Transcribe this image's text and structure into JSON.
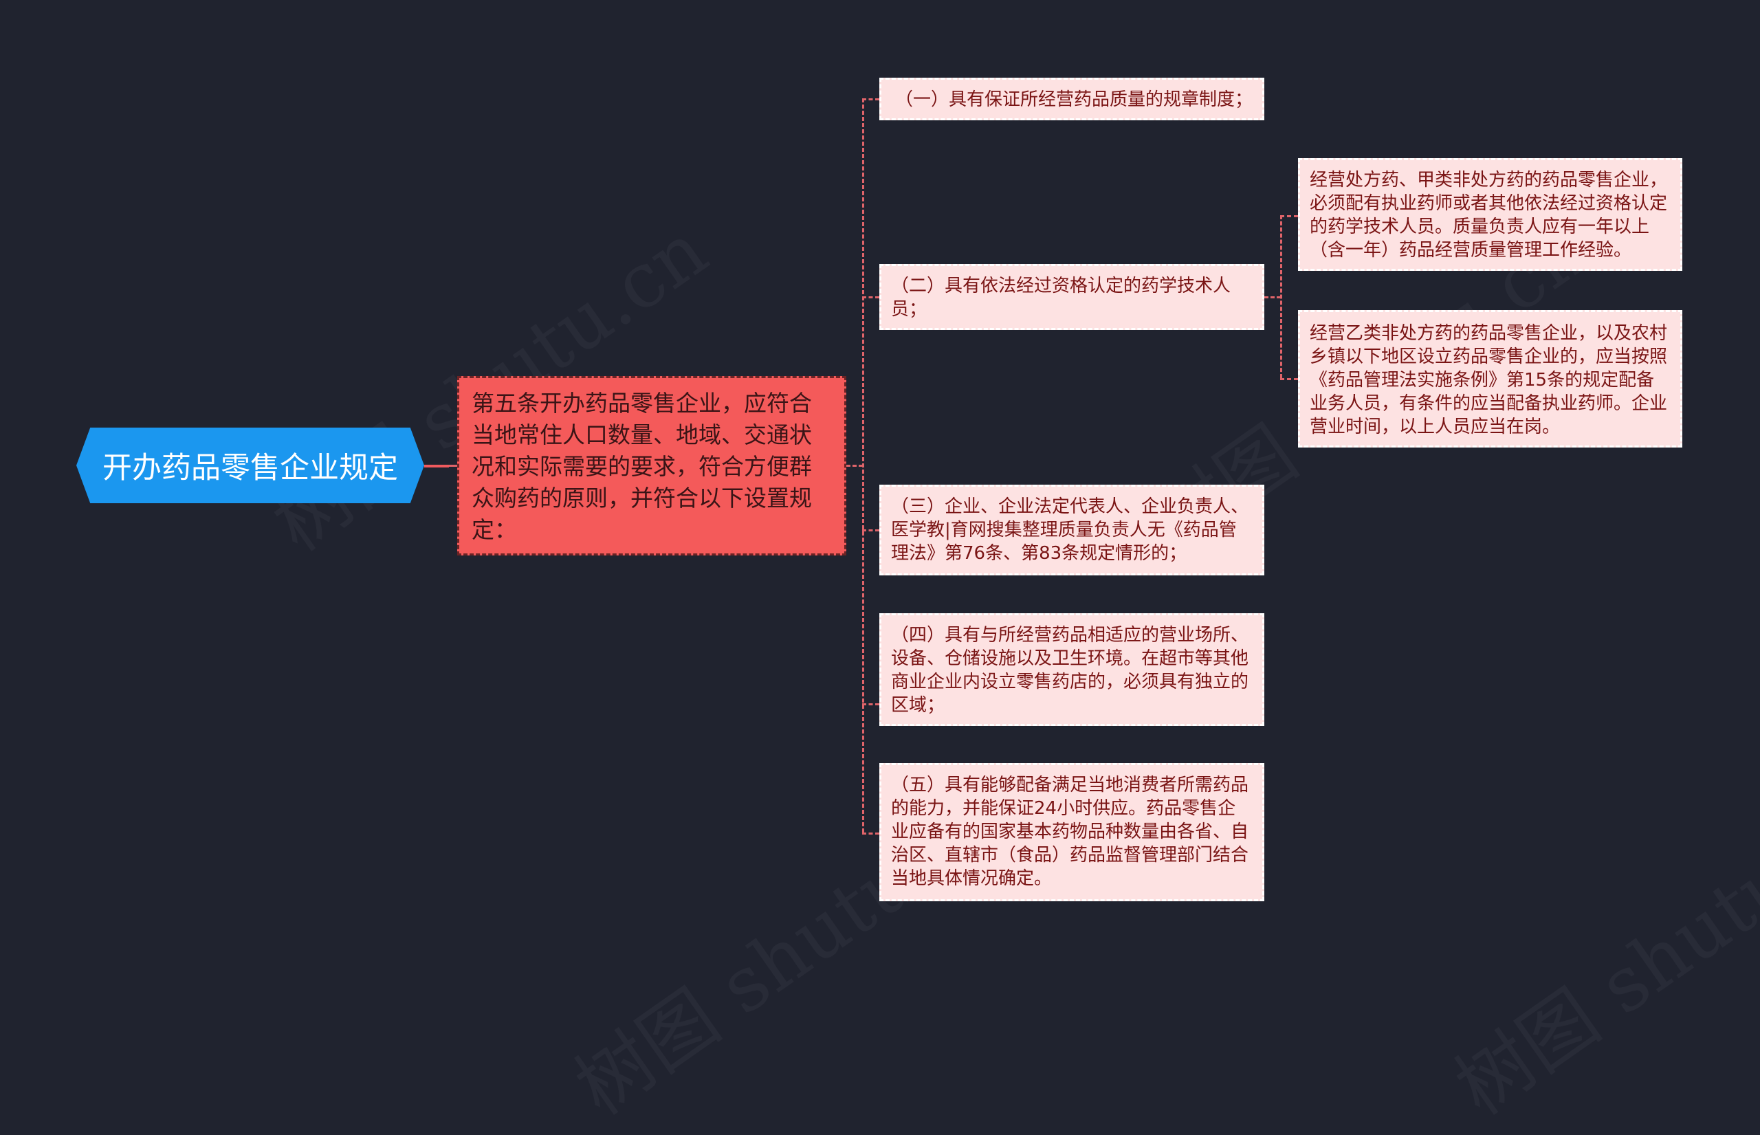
{
  "watermark": "树图 shutu.cn",
  "colors": {
    "background": "#20232f",
    "root": "#1b97ef",
    "level1": "#f45a5a",
    "level2": "#fde2e2",
    "connector": "#e0646a",
    "text_dark_red": "#7a1414"
  },
  "root": {
    "label": "开办药品零售企业规定"
  },
  "main": {
    "label": "第五条开办药品零售企业，应符合当地常住人口数量、地域、交通状况和实际需要的要求，符合方便群众购药的原则，并符合以下设置规定："
  },
  "items": [
    {
      "label": "（一）具有保证所经营药品质量的规章制度；"
    },
    {
      "label": "（二）具有依法经过资格认定的药学技术人员；"
    },
    {
      "label": "（三）企业、企业法定代表人、企业负责人、医学教|育网搜集整理质量负责人无《药品管理法》第76条、第83条规定情形的；"
    },
    {
      "label": "（四）具有与所经营药品相适应的营业场所、设备、仓储设施以及卫生环境。在超市等其他商业企业内设立零售药店的，必须具有独立的区域；"
    },
    {
      "label": "（五）具有能够配备满足当地消费者所需药品的能力，并能保证24小时供应。药品零售企业应备有的国家基本药物品种数量由各省、自治区、直辖市（食品）药品监督管理部门结合当地具体情况确定。"
    }
  ],
  "sub_items": [
    {
      "label": "经营处方药、甲类非处方药的药品零售企业，必须配有执业药师或者其他依法经过资格认定的药学技术人员。质量负责人应有一年以上（含一年）药品经营质量管理工作经验。"
    },
    {
      "label": "经营乙类非处方药的药品零售企业，以及农村乡镇以下地区设立药品零售企业的，应当按照《药品管理法实施条例》第15条的规定配备业务人员，有条件的应当配备执业药师。企业营业时间，以上人员应当在岗。"
    }
  ]
}
